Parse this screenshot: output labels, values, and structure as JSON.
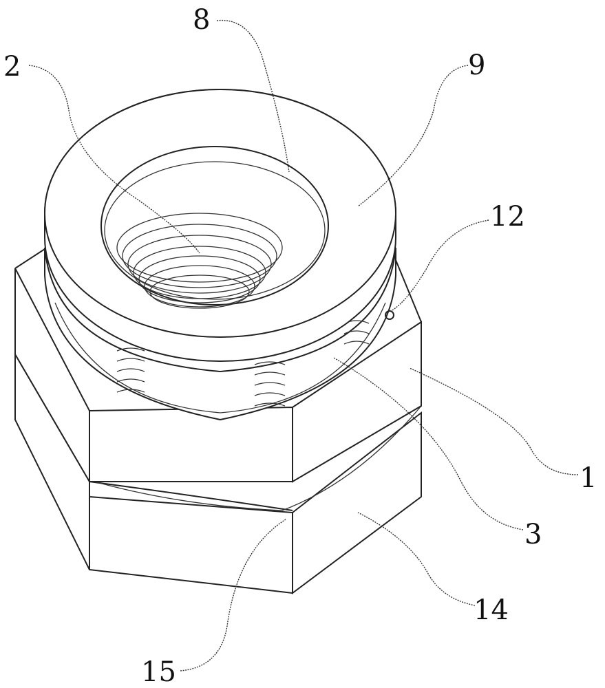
{
  "figure": {
    "labels": {
      "nut_body": "1",
      "internal_thread": "2",
      "ring_gap": "3",
      "spring": "8",
      "pressure_ring": "9",
      "ball": "12",
      "lower_nut": "14",
      "gasket": "15"
    }
  }
}
